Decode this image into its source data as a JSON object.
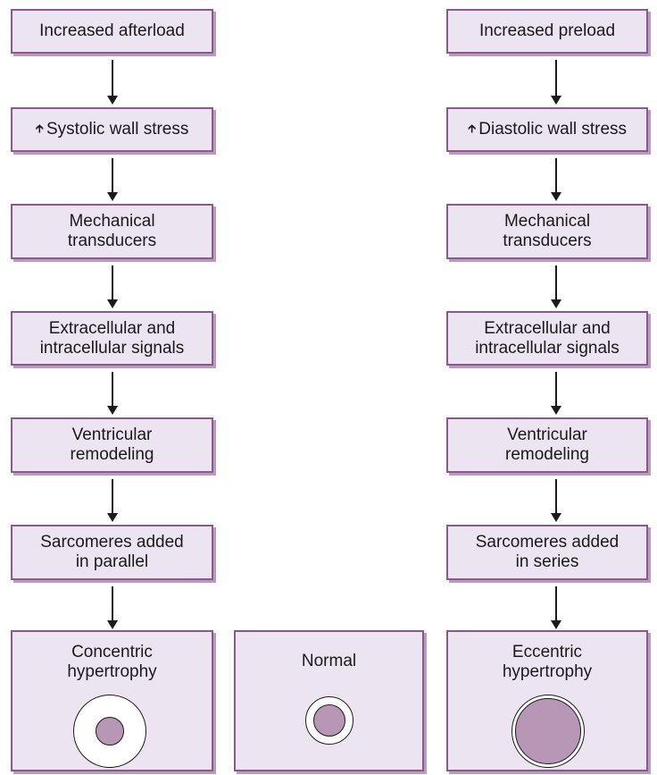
{
  "left": {
    "steps": [
      {
        "up_icon": false,
        "text": "Increased afterload"
      },
      {
        "up_icon": true,
        "text": "Systolic wall stress"
      },
      {
        "up_icon": false,
        "text": "Mechanical\ntransducers"
      },
      {
        "up_icon": false,
        "text": "Extracellular and\nintracellular signals"
      },
      {
        "up_icon": false,
        "text": "Ventricular\nremodeling"
      },
      {
        "up_icon": false,
        "text": "Sarcomeres added\nin parallel"
      }
    ],
    "outcome": "Concentric\nhypertrophy"
  },
  "right": {
    "steps": [
      {
        "up_icon": false,
        "text": "Increased preload"
      },
      {
        "up_icon": true,
        "text": "Diastolic wall stress"
      },
      {
        "up_icon": false,
        "text": "Mechanical\ntransducers"
      },
      {
        "up_icon": false,
        "text": "Extracellular and\nintracellular signals"
      },
      {
        "up_icon": false,
        "text": "Ventricular\nremodeling"
      },
      {
        "up_icon": false,
        "text": "Sarcomeres added\nin series"
      }
    ],
    "outcome": "Eccentric\nhypertrophy"
  },
  "middle": {
    "outcome": "Normal"
  },
  "icons": {
    "increase": "up-arrow-icon"
  },
  "colors": {
    "box_fill": "#ece4f0",
    "box_border": "#8a5a8f",
    "shadow": "#b89bbd",
    "chamber_wall": "#ffffff",
    "chamber_core": "#b796b6"
  }
}
